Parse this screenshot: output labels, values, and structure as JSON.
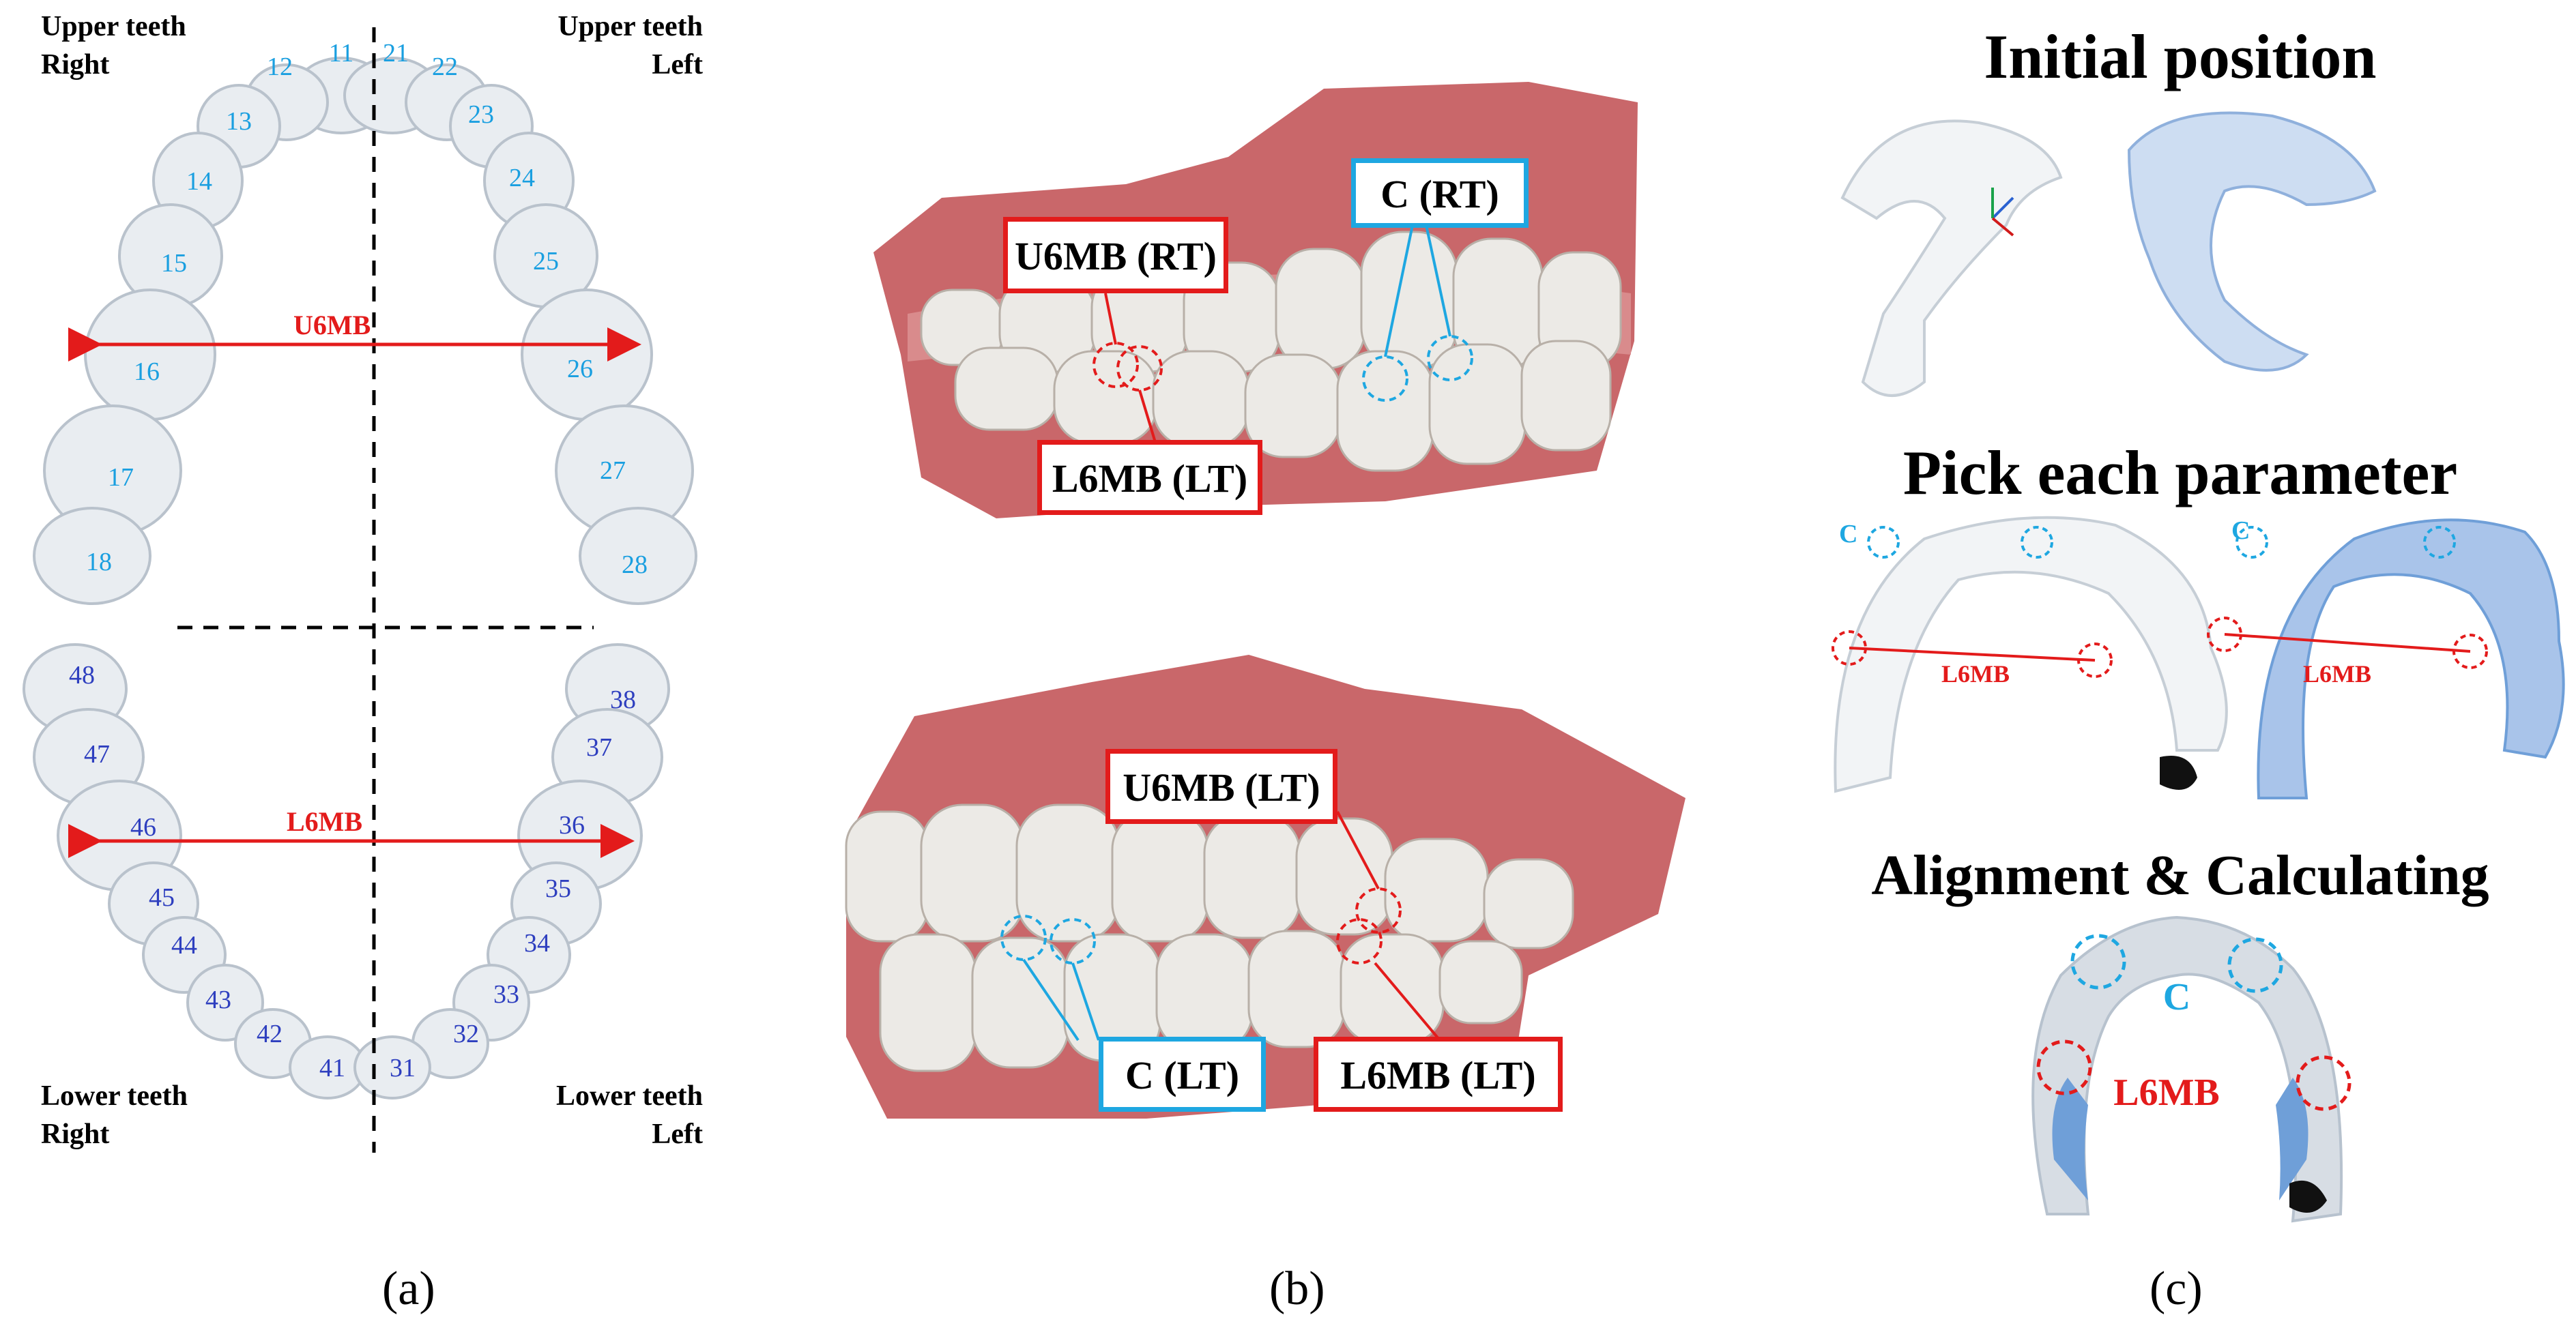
{
  "colors": {
    "upper_tooth_number": "#1a9fe0",
    "lower_tooth_number": "#2e3fbf",
    "measure_red": "#e31b1b",
    "measure_blue": "#1ea7e1",
    "gum": "#c9676a",
    "tooth": "#eceae6",
    "scan_blue": "#6f9fd8"
  },
  "panel_a": {
    "caption": "(a)",
    "upper_right_label": [
      "Upper teeth",
      "Right"
    ],
    "upper_left_label": [
      "Upper teeth",
      "Left"
    ],
    "lower_right_label": [
      "Lower teeth",
      "Right"
    ],
    "lower_left_label": [
      "Lower teeth",
      "Left"
    ],
    "upper_measure_label": "U6MB",
    "lower_measure_label": "L6MB",
    "upper_teeth": [
      "11",
      "12",
      "13",
      "14",
      "15",
      "16",
      "17",
      "18",
      "21",
      "22",
      "23",
      "24",
      "25",
      "26",
      "27",
      "28"
    ],
    "lower_teeth": [
      "31",
      "32",
      "33",
      "34",
      "35",
      "36",
      "37",
      "38",
      "41",
      "42",
      "43",
      "44",
      "45",
      "46",
      "47",
      "48"
    ]
  },
  "panel_b": {
    "caption": "(b)",
    "top_labels": {
      "u6mb": "U6MB (RT)",
      "c": "C (RT)",
      "l6mb": "L6MB (LT)"
    },
    "bottom_labels": {
      "u6mb": "U6MB (LT)",
      "c": "C (LT)",
      "l6mb": "L6MB (LT)"
    }
  },
  "panel_c": {
    "caption": "(c)",
    "heading_1": "Initial position",
    "heading_2": "Pick each parameter",
    "heading_3": "Alignment & Calculating",
    "c_label": "C",
    "l6mb_label": "L6MB"
  }
}
